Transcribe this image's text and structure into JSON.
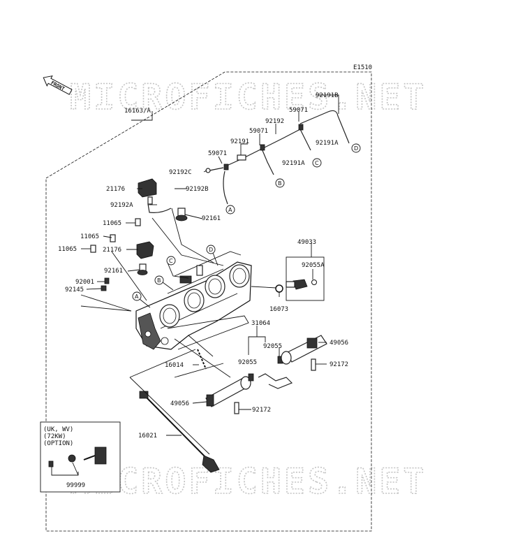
{
  "diagram_code": "E1510",
  "front_arrow_label": "FRONT",
  "watermark_text": "MICROFICHES.NET",
  "callouts": {
    "a": "A",
    "b": "B",
    "c": "C",
    "d": "D"
  },
  "parts": {
    "p16163a": "16163/A",
    "p92191b": "92191B",
    "p59071_top": "59071",
    "p92192": "92192",
    "p59071_mid": "59071",
    "p92191a_top": "92191A",
    "p92191": "92191",
    "p59071_left": "59071",
    "p92191a_mid": "92191A",
    "p92192c": "92192C",
    "p21176_top": "21176",
    "p92192b": "92192B",
    "p92192a": "92192A",
    "p92161_top": "92161",
    "p11065_a": "11065",
    "p11065_b": "11065",
    "p21176_mid": "21176",
    "p11065_c": "11065",
    "p92161_mid": "92161",
    "p92001": "92001",
    "p92145": "92145",
    "p49033": "49033",
    "p92055a": "92055A",
    "p16073": "16073",
    "p31064": "31064",
    "p92055_r": "92055",
    "p92055_l": "92055",
    "p49056_r": "49056",
    "p92172_r": "92172",
    "p16014": "16014",
    "p49056_l": "49056",
    "p92172_l": "92172",
    "p16021": "16021"
  },
  "option_box": {
    "line1": "(UK, WV)",
    "line2": "(72KW)",
    "line3": "(OPTION)",
    "part": "99999"
  }
}
